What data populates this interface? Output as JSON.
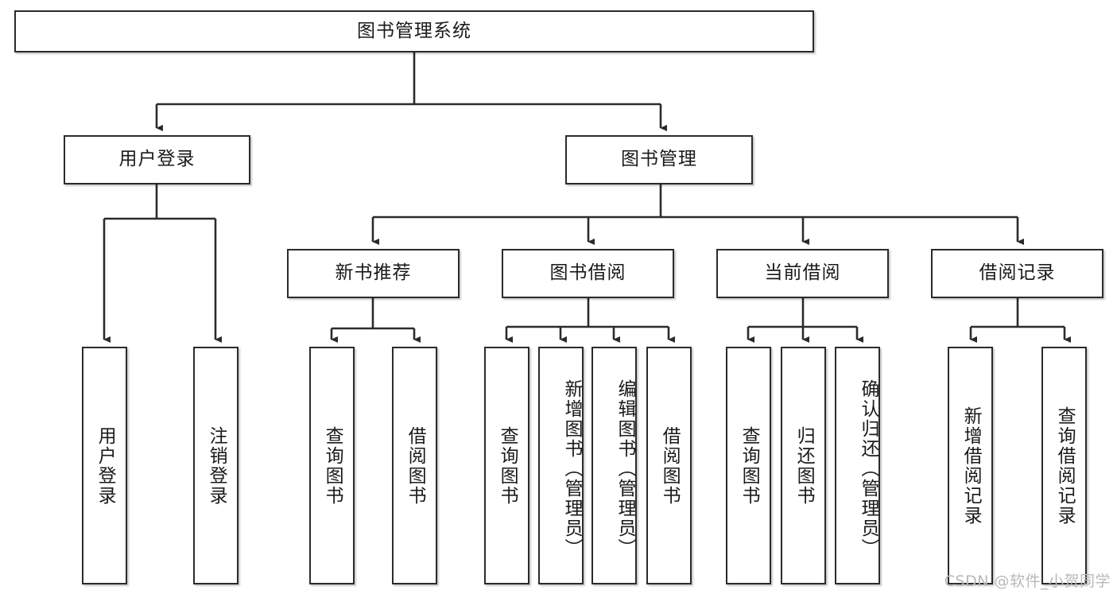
{
  "diagram": {
    "title": "图书管理系统",
    "watermark": "CSDN @软件_小贺同学",
    "colors": {
      "stroke": "#2b2b2b",
      "fill": "#ffffff",
      "text": "#1a1a1a",
      "watermark": "#b9b9b9",
      "background": "#ffffff"
    },
    "root": {
      "id": "root",
      "label": "图书管理系统",
      "orientation": "horizontal"
    },
    "level2": [
      {
        "id": "user-login",
        "label": "用户登录",
        "orientation": "horizontal"
      },
      {
        "id": "book-manage",
        "label": "图书管理",
        "orientation": "horizontal"
      }
    ],
    "level3": [
      {
        "id": "new-book-recommend",
        "label": "新书推荐",
        "orientation": "horizontal",
        "parent": "book-manage"
      },
      {
        "id": "book-borrow",
        "label": "图书借阅",
        "orientation": "horizontal",
        "parent": "book-manage"
      },
      {
        "id": "current-borrow",
        "label": "当前借阅",
        "orientation": "horizontal",
        "parent": "book-manage"
      },
      {
        "id": "borrow-record",
        "label": "借阅记录",
        "orientation": "horizontal",
        "parent": "book-manage"
      }
    ],
    "leaves": [
      {
        "id": "leaf-user-login",
        "label": "用户登录",
        "orientation": "vertical",
        "parent": "user-login"
      },
      {
        "id": "leaf-logout-login",
        "label": "注销登录",
        "orientation": "vertical",
        "parent": "user-login"
      },
      {
        "id": "leaf-query-book-1",
        "label": "查询图书",
        "orientation": "vertical",
        "parent": "new-book-recommend"
      },
      {
        "id": "leaf-borrow-book-1",
        "label": "借阅图书",
        "orientation": "vertical",
        "parent": "new-book-recommend"
      },
      {
        "id": "leaf-query-book-2",
        "label": "查询图书",
        "orientation": "vertical",
        "parent": "book-borrow"
      },
      {
        "id": "leaf-add-book",
        "label": "新增图书（管理员）",
        "orientation": "vertical",
        "parent": "book-borrow"
      },
      {
        "id": "leaf-edit-book",
        "label": "编辑图书（管理员）",
        "orientation": "vertical",
        "parent": "book-borrow"
      },
      {
        "id": "leaf-borrow-book-2",
        "label": "借阅图书",
        "orientation": "vertical",
        "parent": "book-borrow"
      },
      {
        "id": "leaf-query-book-3",
        "label": "查询图书",
        "orientation": "vertical",
        "parent": "current-borrow"
      },
      {
        "id": "leaf-return-book",
        "label": "归还图书",
        "orientation": "vertical",
        "parent": "current-borrow"
      },
      {
        "id": "leaf-confirm-return",
        "label": "确认归还（管理员）",
        "orientation": "vertical",
        "parent": "current-borrow"
      },
      {
        "id": "leaf-add-record",
        "label": "新增借阅记录",
        "orientation": "vertical",
        "parent": "borrow-record"
      },
      {
        "id": "leaf-query-record",
        "label": "查询借阅记录",
        "orientation": "vertical",
        "parent": "borrow-record"
      }
    ]
  }
}
